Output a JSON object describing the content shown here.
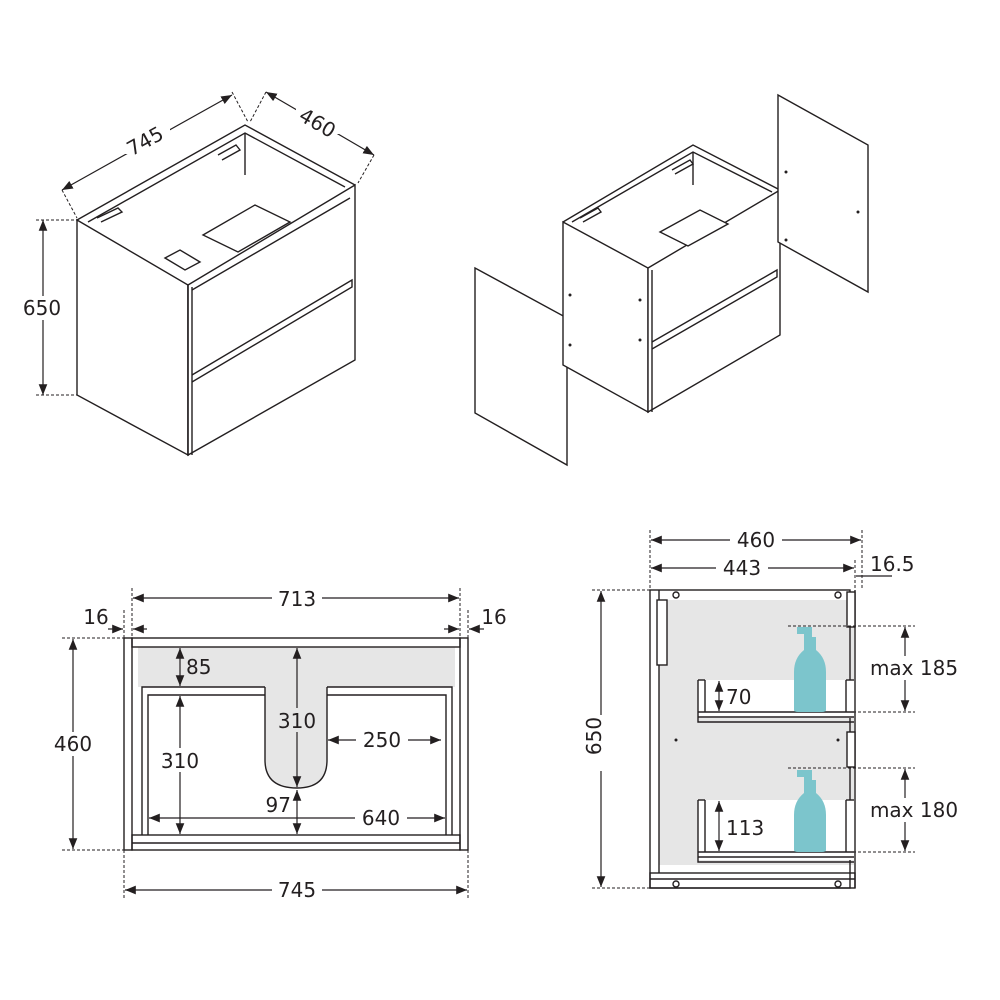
{
  "iso_view": {
    "width": "745",
    "depth": "460",
    "height": "650"
  },
  "plan_view": {
    "inner_width": "713",
    "left_panel": "16",
    "right_panel": "16",
    "depth": "460",
    "cutout_front": "85",
    "cutout_depth": "310",
    "drawer_depth": "310",
    "cutout_side": "250",
    "cutout_back": "97",
    "drawer_width": "640",
    "overall_width": "745"
  },
  "section_view": {
    "overall_depth": "460",
    "inner_depth": "443",
    "front_thickness": "16.5",
    "height": "650",
    "top_drawer_clearance": "max 185",
    "top_drawer_side": "70",
    "bottom_drawer_clearance": "max 180",
    "bottom_drawer_side": "113"
  },
  "colors": {
    "line": "#231f20",
    "fill_grey": "#e6e6e6",
    "bottle": "#7cc5cc"
  }
}
